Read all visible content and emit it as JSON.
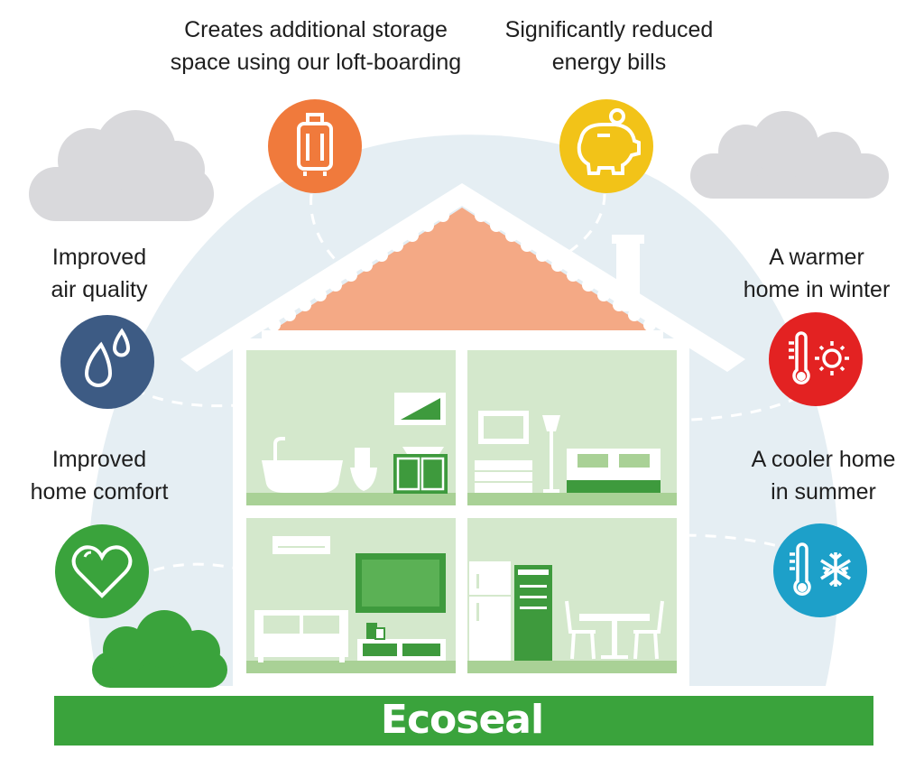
{
  "benefits": {
    "storage": {
      "line1": "Creates additional storage",
      "line2": "space using our loft-boarding",
      "color": "#f07a3c",
      "icon": "suitcase-icon"
    },
    "bills": {
      "line1": "Significantly reduced",
      "line2": "energy bills",
      "color": "#f2c318",
      "icon": "piggy-bank-icon"
    },
    "air": {
      "line1": "Improved",
      "line2": "air quality",
      "color": "#3d5b84",
      "icon": "water-drops-icon"
    },
    "comfort": {
      "line1": "Improved",
      "line2": "home comfort",
      "color": "#3aa33c",
      "icon": "heart-icon"
    },
    "warmer": {
      "line1": "A warmer",
      "line2": "home in winter",
      "color": "#e32222",
      "icon": "thermometer-sun-icon"
    },
    "cooler": {
      "line1": "A cooler home",
      "line2": "in summer",
      "color": "#1da0c9",
      "icon": "thermometer-snowflake-icon"
    }
  },
  "brand": {
    "name": "Ecoseal",
    "color": "#3aa33c"
  },
  "colors": {
    "roof": "#f4a985",
    "rooms": "#d4e8cc",
    "floor": "#a9d196",
    "furniture": "#3e9a3d",
    "background": "#e5eef3",
    "cloud": "#d9d9dc"
  }
}
